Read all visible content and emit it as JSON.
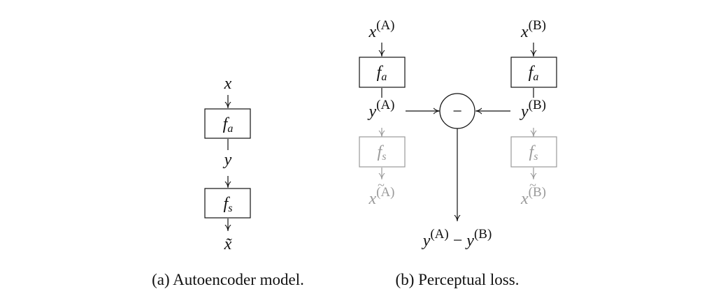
{
  "panel_a": {
    "input": "x",
    "encoder": {
      "base": "f",
      "sub": "a"
    },
    "latent": "y",
    "decoder": {
      "base": "f",
      "sub": "s"
    },
    "output": "x̃",
    "caption": "(a) Autoencoder model."
  },
  "panel_b": {
    "input_a": {
      "base": "x",
      "sup": "(A)"
    },
    "input_b": {
      "base": "x",
      "sup": "(B)"
    },
    "encoder_a": {
      "base": "f",
      "sub": "a"
    },
    "encoder_b": {
      "base": "f",
      "sub": "a"
    },
    "latent_a": {
      "base": "y",
      "sup": "(A)"
    },
    "latent_b": {
      "base": "y",
      "sup": "(B)"
    },
    "minus": "−",
    "decoder_a": {
      "base": "f",
      "sub": "s"
    },
    "decoder_b": {
      "base": "f",
      "sub": "s"
    },
    "recon_a": {
      "base": "x",
      "sup": "(A)"
    },
    "recon_b": {
      "base": "x",
      "sup": "(B)"
    },
    "difference": {
      "left_base": "y",
      "left_sup": "(A)",
      "op": "−",
      "right_base": "y",
      "right_sup": "(B)"
    },
    "caption": "(b) Perceptual loss."
  },
  "colors": {
    "active": "#111111",
    "inactive": "#9a9a9a"
  }
}
